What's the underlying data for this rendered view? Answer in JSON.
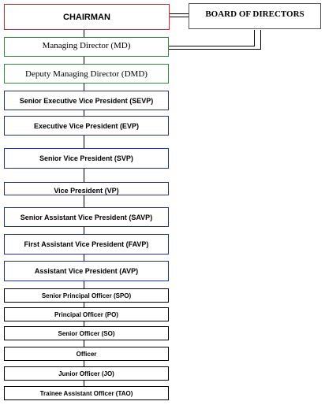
{
  "chart": {
    "chairman": "CHAIRMAN",
    "board": "BOARD OF DIRECTORS",
    "md": "Managing Director (MD)",
    "dmd": "Deputy Managing Director (DMD)",
    "ranks": [
      "Senior Executive Vice President (SEVP)",
      "Executive Vice President (EVP)",
      "Senior Vice President (SVP)",
      "Vice President (VP)",
      "Senior Assistant Vice President (SAVP)",
      "First Assistant Vice President (FAVP)",
      "Assistant Vice President (AVP)",
      "Senior Principal Officer (SPO)",
      "Principal Officer (PO)",
      "Senior Officer (SO)",
      "Officer",
      "Junior Officer (JO)",
      "Trainee Assistant Officer (TAO)"
    ]
  },
  "colors": {
    "chairman_border": "#d9232d",
    "board_border": "#555555",
    "md_border": "#2e8b3a",
    "dmd_border": "#2e8b3a",
    "rank_border_blue": "#1f2fa0",
    "rank_border_black": "#000000",
    "connector": "#000000"
  }
}
